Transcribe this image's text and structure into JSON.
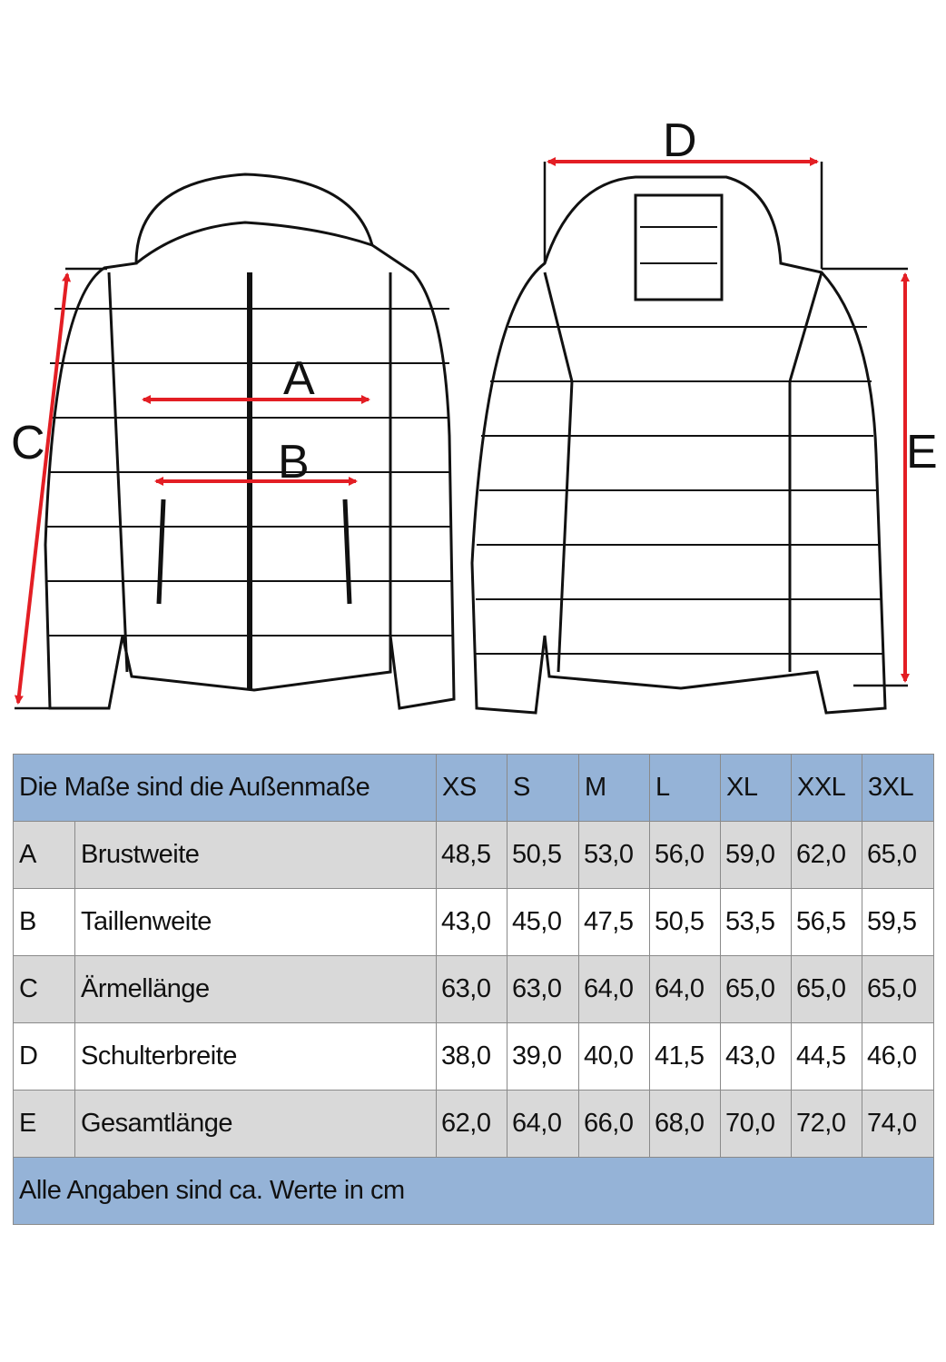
{
  "diagram": {
    "labels": {
      "A": "A",
      "B": "B",
      "C": "C",
      "D": "D",
      "E": "E"
    },
    "arrow_color": "#e31e24"
  },
  "table": {
    "title": "Die Maße sind die Außenmaße",
    "sizes": [
      "XS",
      "S",
      "M",
      "L",
      "XL",
      "XXL",
      "3XL"
    ],
    "rows": [
      {
        "letter": "A",
        "name": "Brustweite",
        "values": [
          "48,5",
          "50,5",
          "53,0",
          "56,0",
          "59,0",
          "62,0",
          "65,0"
        ]
      },
      {
        "letter": "B",
        "name": "Taillenweite",
        "values": [
          "43,0",
          "45,0",
          "47,5",
          "50,5",
          "53,5",
          "56,5",
          "59,5"
        ]
      },
      {
        "letter": "C",
        "name": "Ärmellänge",
        "values": [
          "63,0",
          "63,0",
          "64,0",
          "64,0",
          "65,0",
          "65,0",
          "65,0"
        ]
      },
      {
        "letter": "D",
        "name": "Schulterbreite",
        "values": [
          "38,0",
          "39,0",
          "40,0",
          "41,5",
          "43,0",
          "44,5",
          "46,0"
        ]
      },
      {
        "letter": "E",
        "name": "Gesamtlänge",
        "values": [
          "62,0",
          "64,0",
          "66,0",
          "68,0",
          "70,0",
          "72,0",
          "74,0"
        ]
      }
    ],
    "footer": "Alle Angaben sind ca. Werte in cm"
  }
}
